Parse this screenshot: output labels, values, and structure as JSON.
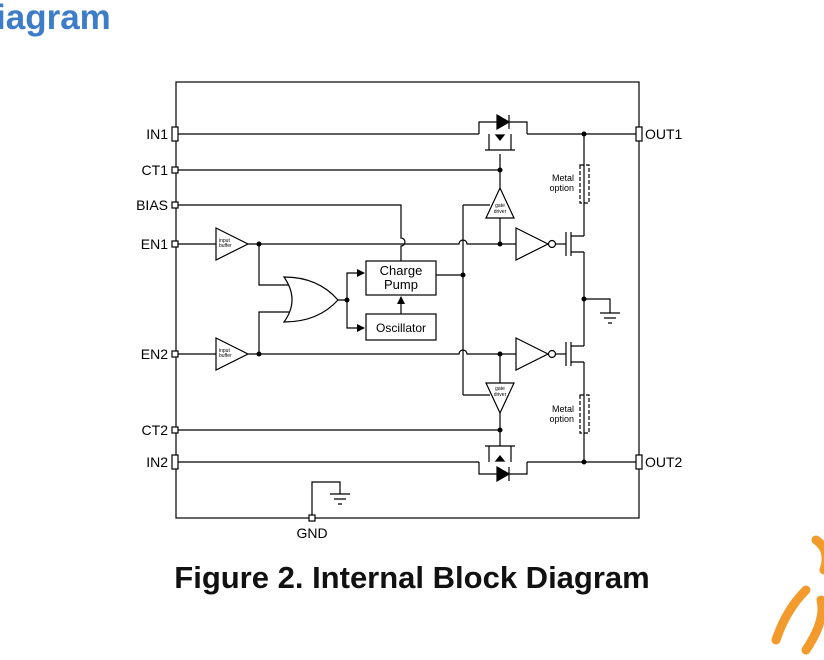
{
  "page": {
    "heading": "iagram",
    "caption": "Figure 2. Internal Block Diagram"
  },
  "colors": {
    "heading": "#3d7cc9",
    "line": "#000000",
    "watermark": "#f39a2c"
  },
  "pins": {
    "in1": "IN1",
    "ct1": "CT1",
    "bias": "BIAS",
    "en1": "EN1",
    "en2": "EN2",
    "ct2": "CT2",
    "in2": "IN2",
    "gnd": "GND",
    "out1": "OUT1",
    "out2": "OUT2"
  },
  "blocks": {
    "charge_pump_line1": "Charge",
    "charge_pump_line2": "Pump",
    "oscillator": "Oscillator",
    "input_buffer_line1": "input",
    "input_buffer_line2": "buffer",
    "gate_driver_line1": "gate",
    "gate_driver_line2": "driver",
    "metal_option_line1": "Metal",
    "metal_option_line2": "option"
  }
}
